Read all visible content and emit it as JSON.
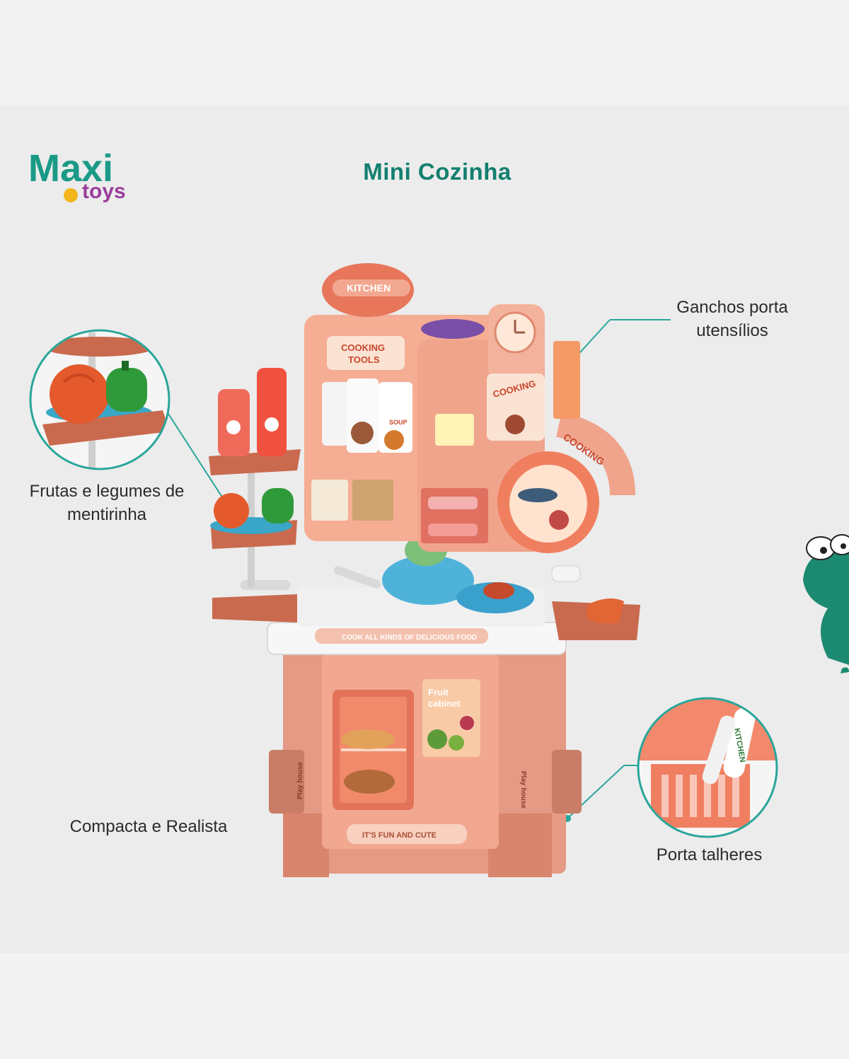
{
  "brand": {
    "logo_word1": "Maxi",
    "logo_word2": "toys",
    "colors": {
      "teal": "#1a9a87",
      "yellow": "#f2b51b",
      "purple": "#9a3d9c"
    }
  },
  "header": {
    "title": "Mini Cozinha"
  },
  "callouts": {
    "ganchos": {
      "line1": "Ganchos porta",
      "line2": "utensílios"
    },
    "frutas": {
      "line1": "Frutas e legumes de",
      "line2": "mentirinha"
    },
    "compacta": {
      "label": "Compacta e Realista"
    },
    "porta": {
      "label": "Porta talheres"
    }
  },
  "product_prints": {
    "kitchen_sign": "KITCHEN",
    "cooking_tools_1": "COOKING",
    "cooking_tools_2": "TOOLS",
    "cooking_panel": "COOKING",
    "cooking_arc": "COOKING",
    "soup_card": "SOUP",
    "counter_strip": "COOK ALL KINDS OF DELICIOUS FOOD",
    "fruit_cabinet_1": "Fruit",
    "fruit_cabinet_2": "cabinet",
    "play_house_left": "Play house",
    "play_house_right": "Play house",
    "bottom_strip": "IT'S FUN AND CUTE",
    "basket_tag": "KITCHEN"
  },
  "accent_colors": {
    "callout_line": "#2aa69a",
    "kitchen_body": "#f0a48c",
    "kitchen_dark": "#d9856d"
  }
}
